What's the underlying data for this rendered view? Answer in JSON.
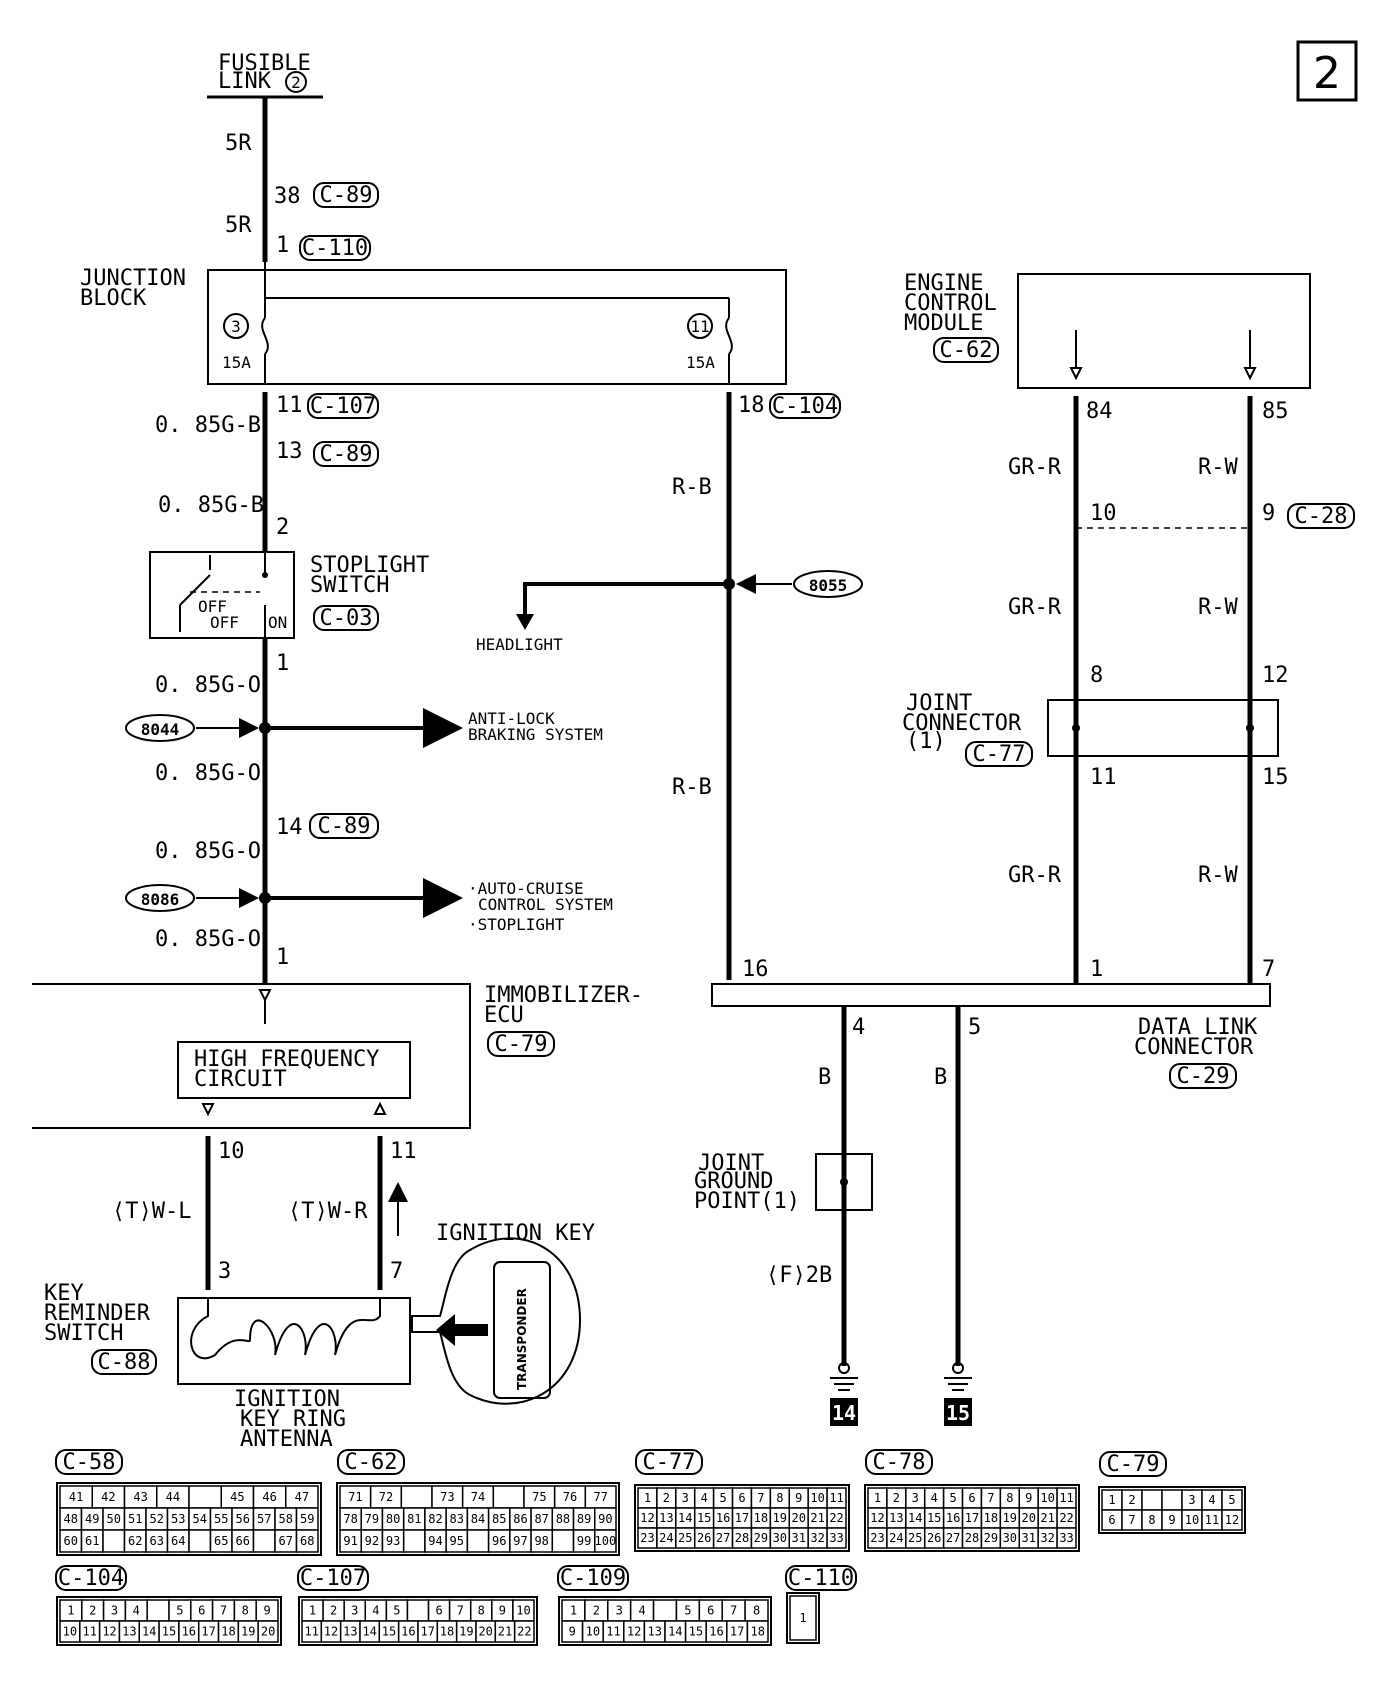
{
  "page": {
    "number": "2"
  },
  "power": {
    "title_l1": "FUSIBLE",
    "title_l2": "LINK",
    "num": "2"
  },
  "wires": {
    "w5r": "5R",
    "g_b": "0. 85G-B",
    "g_b2": "0. 85G-B",
    "g_o": "0. 85G-O",
    "rb": "R-B",
    "grr": "GR-R",
    "rw": "R-W",
    "t_wl": "⟨T⟩W-L",
    "t_wr": "⟨T⟩W-R",
    "b": "B",
    "f2b": "⟨F⟩2B"
  },
  "connectors": {
    "c89": "C-89",
    "c110": "C-110",
    "c107": "C-107",
    "c104": "C-104",
    "c62": "C-62",
    "c28": "C-28",
    "c03": "C-03",
    "c77": "C-77",
    "c79": "C-79",
    "c29": "C-29",
    "c88": "C-88",
    "c58": "C-58",
    "c78": "C-78",
    "c109": "C-109"
  },
  "pins": {
    "p38": "38",
    "p1a": "1",
    "p11": "11",
    "p18": "18",
    "p13": "13",
    "p2": "2",
    "p1b": "1",
    "p14": "14",
    "p1c": "1",
    "p84": "84",
    "p85": "85",
    "p10": "10",
    "p9": "9",
    "p8": "8",
    "p12": "12",
    "p11b": "11",
    "p15": "15",
    "p16": "16",
    "p1d": "1",
    "p7": "7",
    "p4": "4",
    "p5": "5",
    "p10b": "10",
    "p11c": "11",
    "p3": "3",
    "p7b": "7"
  },
  "components": {
    "junction_l1": "JUNCTION",
    "junction_l2": "BLOCK",
    "fuse3": "3",
    "fuse11": "11",
    "amp": "15A",
    "ecm_l1": "ENGINE",
    "ecm_l2": "CONTROL",
    "ecm_l3": "MODULE",
    "sw_l1": "STOPLIGHT",
    "sw_l2": "SWITCH",
    "sw_off1": "OFF",
    "sw_off2": "OFF",
    "sw_on": "ON",
    "headlight": "HEADLIGHT",
    "abs_l1": "ANTI-LOCK",
    "abs_l2": "BRAKING SYSTEM",
    "acc_l1": "·AUTO-CRUISE",
    "acc_l2": "CONTROL SYSTEM",
    "acc_l3": "·STOPLIGHT",
    "jc_l1": "JOINT",
    "jc_l2": "CONNECTOR",
    "jc_l3": "(1)",
    "imm_l1": "IMMOBILIZER-",
    "imm_l2": "ECU",
    "hf_l1": "HIGH FREQUENCY",
    "hf_l2": "CIRCUIT",
    "dlc_l1": "DATA LINK",
    "dlc_l2": "CONNECTOR",
    "jgp_l1": "JOINT",
    "jgp_l2": "GROUND",
    "jgp_l3": "POINT(1)",
    "key_l1": "KEY",
    "key_l2": "REMINDER",
    "key_l3": "SWITCH",
    "ant_l1": "IGNITION",
    "ant_l2": "KEY RING",
    "ant_l3": "ANTENNA",
    "ign_key": "IGNITION KEY",
    "transponder": "TRANSPONDER"
  },
  "splices": {
    "s8055": "8055",
    "s8044": "8044",
    "s8086": "8086"
  },
  "grounds": {
    "g14": "14",
    "g15": "15"
  },
  "pinouts": {
    "c58": [
      [
        "41",
        "42",
        "43",
        "44",
        "",
        "45",
        "46",
        "47"
      ],
      [
        "48",
        "49",
        "50",
        "51",
        "52",
        "53",
        "54",
        "55",
        "56",
        "57",
        "58",
        "59"
      ],
      [
        "60",
        "61",
        "",
        "62",
        "63",
        "64",
        "",
        "65",
        "66",
        "",
        "67",
        "68"
      ]
    ],
    "c62": [
      [
        "71",
        "72",
        "",
        "73",
        "74",
        "",
        "75",
        "76",
        "77"
      ],
      [
        "78",
        "79",
        "80",
        "81",
        "82",
        "83",
        "84",
        "85",
        "86",
        "87",
        "88",
        "89",
        "90"
      ],
      [
        "91",
        "92",
        "93",
        "",
        "94",
        "95",
        "",
        "96",
        "97",
        "98",
        "",
        "99",
        "100"
      ]
    ],
    "c77": [
      [
        "1",
        "2",
        "3",
        "4",
        "5",
        "6",
        "7",
        "8",
        "9",
        "10",
        "11"
      ],
      [
        "12",
        "13",
        "14",
        "15",
        "16",
        "17",
        "18",
        "19",
        "20",
        "21",
        "22"
      ],
      [
        "23",
        "24",
        "25",
        "26",
        "27",
        "28",
        "29",
        "30",
        "31",
        "32",
        "33"
      ]
    ],
    "c78": [
      [
        "1",
        "2",
        "3",
        "4",
        "5",
        "6",
        "7",
        "8",
        "9",
        "10",
        "11"
      ],
      [
        "12",
        "13",
        "14",
        "15",
        "16",
        "17",
        "18",
        "19",
        "20",
        "21",
        "22"
      ],
      [
        "23",
        "24",
        "25",
        "26",
        "27",
        "28",
        "29",
        "30",
        "31",
        "32",
        "33"
      ]
    ],
    "c79": [
      [
        "1",
        "2",
        "",
        "",
        "3",
        "4",
        "5"
      ],
      [
        "6",
        "7",
        "8",
        "9",
        "10",
        "11",
        "12"
      ]
    ],
    "c104": [
      [
        "1",
        "2",
        "3",
        "4",
        "",
        "5",
        "6",
        "7",
        "8",
        "9"
      ],
      [
        "10",
        "11",
        "12",
        "13",
        "14",
        "15",
        "16",
        "17",
        "18",
        "19",
        "20"
      ]
    ],
    "c107": [
      [
        "1",
        "2",
        "3",
        "4",
        "5",
        "",
        "6",
        "7",
        "8",
        "9",
        "10"
      ],
      [
        "11",
        "12",
        "13",
        "14",
        "15",
        "16",
        "17",
        "18",
        "19",
        "20",
        "21",
        "22"
      ]
    ],
    "c109": [
      [
        "1",
        "2",
        "3",
        "4",
        "",
        "5",
        "6",
        "7",
        "8"
      ],
      [
        "9",
        "10",
        "11",
        "12",
        "13",
        "14",
        "15",
        "16",
        "17",
        "18"
      ]
    ],
    "c110": [
      [
        "1"
      ]
    ]
  }
}
